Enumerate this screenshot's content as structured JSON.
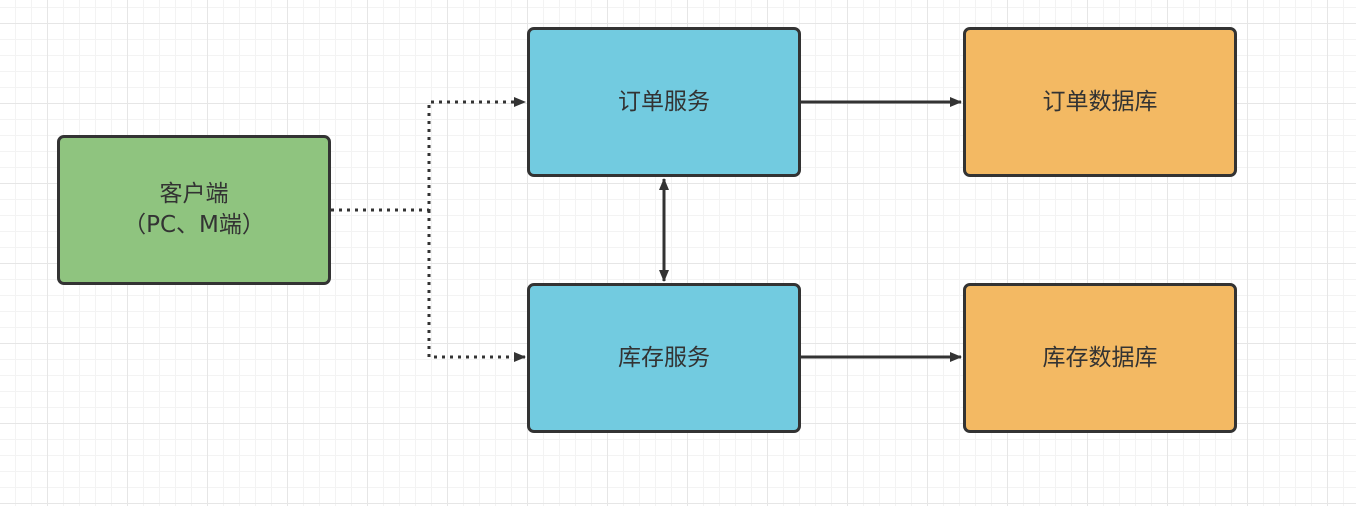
{
  "colors": {
    "client_fill": "#8fc47f",
    "service_fill": "#72cbe0",
    "database_fill": "#f3b963",
    "stroke": "#333333"
  },
  "nodes": {
    "client": {
      "line1": "客户端",
      "line2": "（PC、M端）"
    },
    "order_service": {
      "label": "订单服务"
    },
    "stock_service": {
      "label": "库存服务"
    },
    "order_db": {
      "label": "订单数据库"
    },
    "stock_db": {
      "label": "库存数据库"
    }
  },
  "edges": [
    {
      "from": "client",
      "to": "order_service",
      "style": "dotted",
      "arrow": "end"
    },
    {
      "from": "client",
      "to": "stock_service",
      "style": "dotted",
      "arrow": "end"
    },
    {
      "from": "order_service",
      "to": "order_db",
      "style": "solid",
      "arrow": "end"
    },
    {
      "from": "stock_service",
      "to": "stock_db",
      "style": "solid",
      "arrow": "end"
    },
    {
      "from": "order_service",
      "to": "stock_service",
      "style": "solid",
      "arrow": "both"
    }
  ]
}
